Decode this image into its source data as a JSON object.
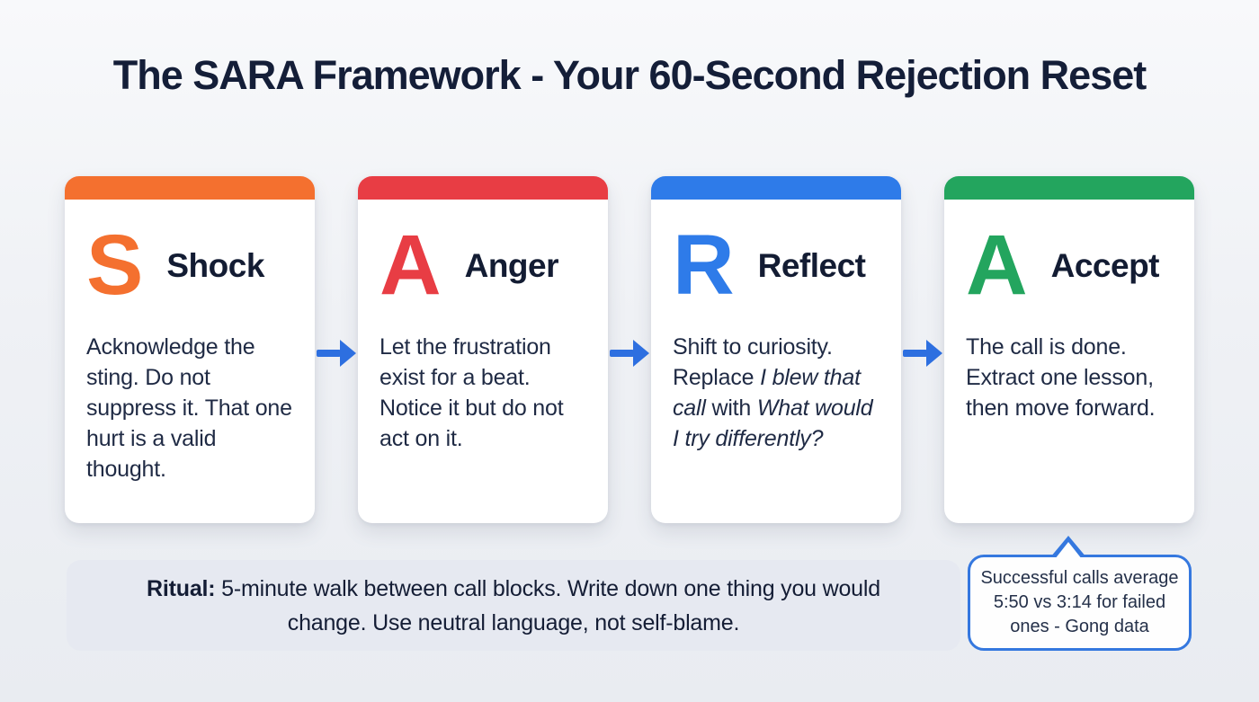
{
  "title": "The SARA Framework - Your 60-Second Rejection Reset",
  "colors": {
    "arrow": "#2D6FE0",
    "callout_border": "#3578DF",
    "title_text": "#141E38",
    "heading_text": "#131C33",
    "body_text": "#1F2A44",
    "ritual_bg": "#E6E9F1"
  },
  "cards": [
    {
      "letter": "S",
      "heading": "Shock",
      "color": "#F4702F",
      "body": [
        {
          "text": "Acknowledge the sting. Do not suppress it. That one hurt is a valid thought.",
          "italic": false
        }
      ]
    },
    {
      "letter": "A",
      "heading": "Anger",
      "color": "#E83D44",
      "body": [
        {
          "text": "Let the frustration exist for a beat. Notice it but do not act on it.",
          "italic": false
        }
      ]
    },
    {
      "letter": "R",
      "heading": "Reflect",
      "color": "#2E7BE9",
      "body": [
        {
          "text": "Shift to curiosity. Replace ",
          "italic": false
        },
        {
          "text": "I blew that call",
          "italic": true
        },
        {
          "text": " with ",
          "italic": false
        },
        {
          "text": "What would I try differently?",
          "italic": true
        }
      ]
    },
    {
      "letter": "A",
      "heading": "Accept",
      "color": "#23A55E",
      "body": [
        {
          "text": "The call is done. Extract one lesson, then move forward.",
          "italic": false
        }
      ]
    }
  ],
  "ritual": {
    "label": "Ritual:",
    "text": " 5-minute walk between call blocks. Write down one thing you would change. Use neutral language, not self-blame."
  },
  "callout": {
    "text": "Successful calls average 5:50 vs 3:14 for failed ones - Gong data"
  }
}
